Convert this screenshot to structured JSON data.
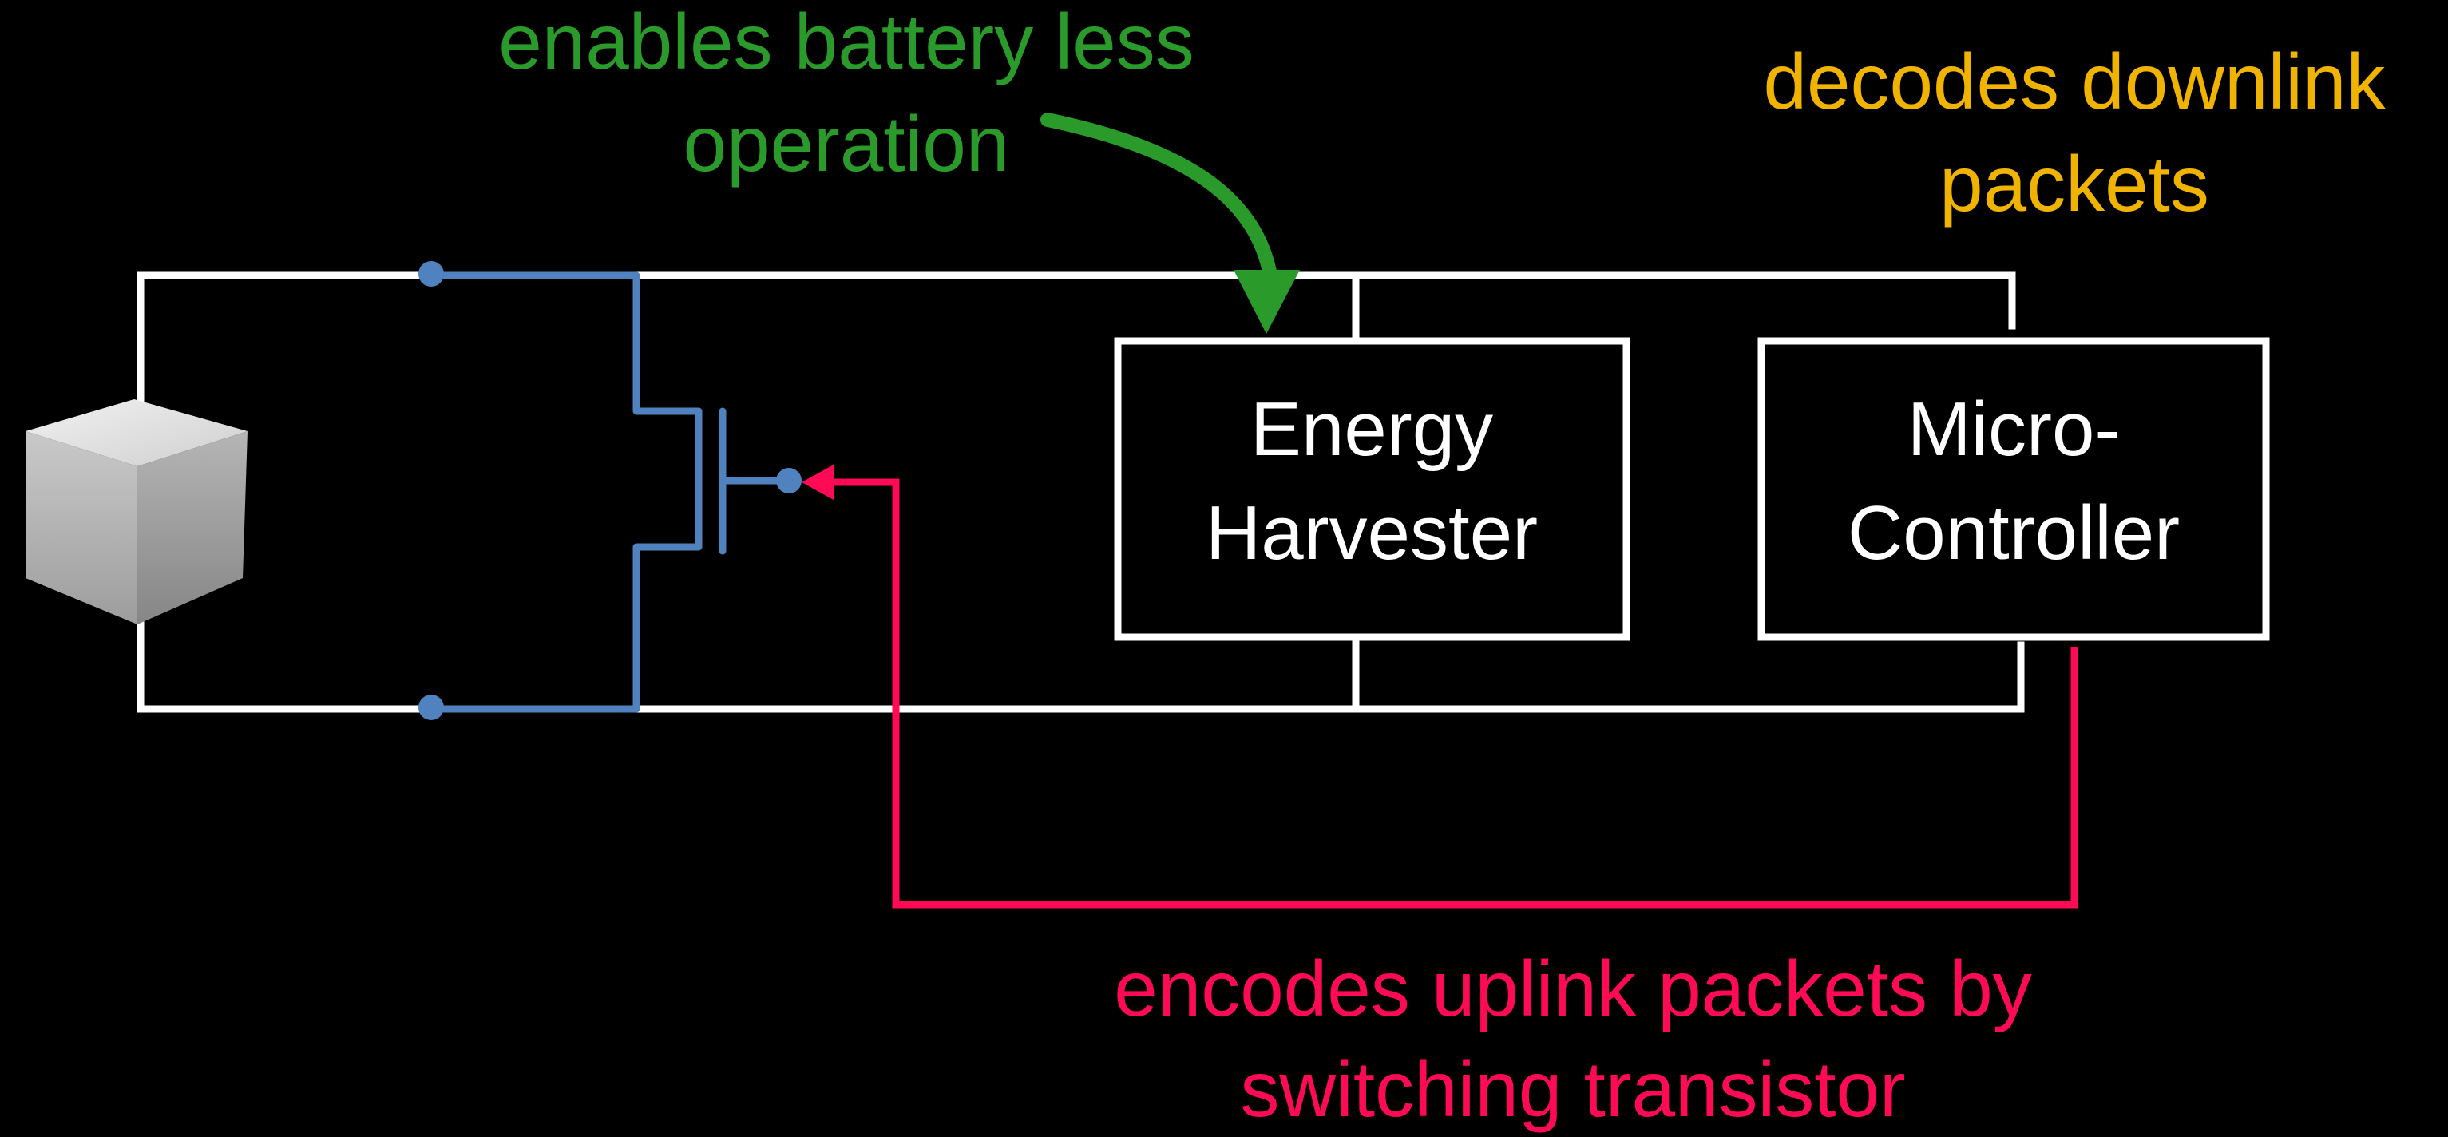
{
  "annotations": {
    "harvester_note": {
      "lines": [
        "enables battery less",
        "operation"
      ],
      "color": "#2a9b2a"
    },
    "mcu_note": {
      "lines": [
        "decodes downlink",
        "packets"
      ],
      "color": "#f0b400"
    },
    "uplink_note": {
      "lines": [
        "encodes uplink packets by",
        "switching transistor"
      ],
      "color": "#ff0a54"
    }
  },
  "blocks": {
    "energy_harvester": {
      "lines": [
        "Energy",
        "Harvester"
      ]
    },
    "microcontroller": {
      "lines": [
        "Micro-",
        "Controller"
      ]
    }
  },
  "colors": {
    "background": "#000000",
    "wire": "#ffffff",
    "transistor": "#4f82be",
    "control_line": "#ff0a54",
    "arrow": "#2a9b2a"
  },
  "icons": {
    "device": "metal-cube-icon",
    "switch": "transistor-icon"
  }
}
